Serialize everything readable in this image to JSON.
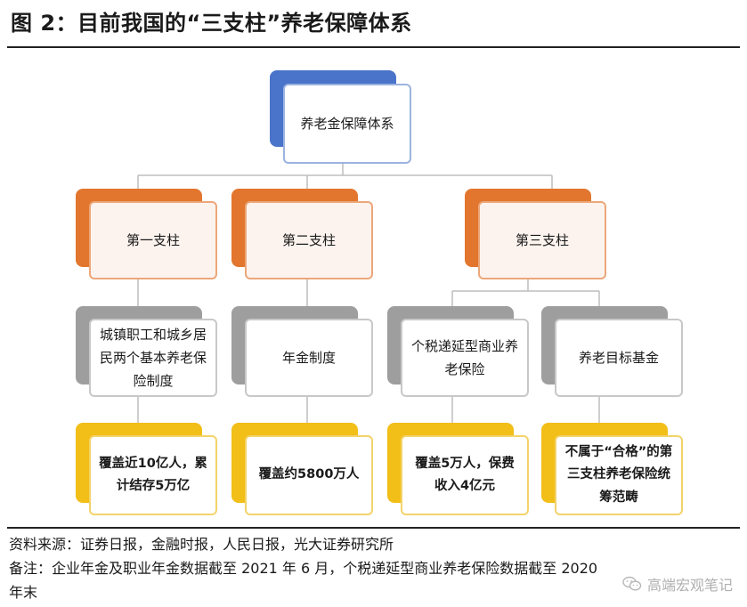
{
  "title": "图 2：目前我国的“三支柱”养老保障体系",
  "root": "养老金保障体系",
  "pillars": [
    "第一支柱",
    "第二支柱",
    "第三支柱"
  ],
  "programs": [
    "城镇职工和城乡居民两个基本养老保险制度",
    "年金制度",
    "个税递延型商业养老保险",
    "养老目标基金"
  ],
  "coverage": [
    "覆盖近10亿人，累计结存5万亿",
    "覆盖约5800万人",
    "覆盖5万人，保费收入4亿元",
    "不属于“合格”的第三支柱养老保险统筹范畴"
  ],
  "source": "资料来源：证券日报，金融时报，人民日报，光大证券研究所",
  "note_line1": "备注：企业年金及职业年金数据截至 2021 年 6 月，个税递延型商业养老保险数据截至 2020",
  "note_line2": "年末",
  "watermark": "高端宏观笔记"
}
